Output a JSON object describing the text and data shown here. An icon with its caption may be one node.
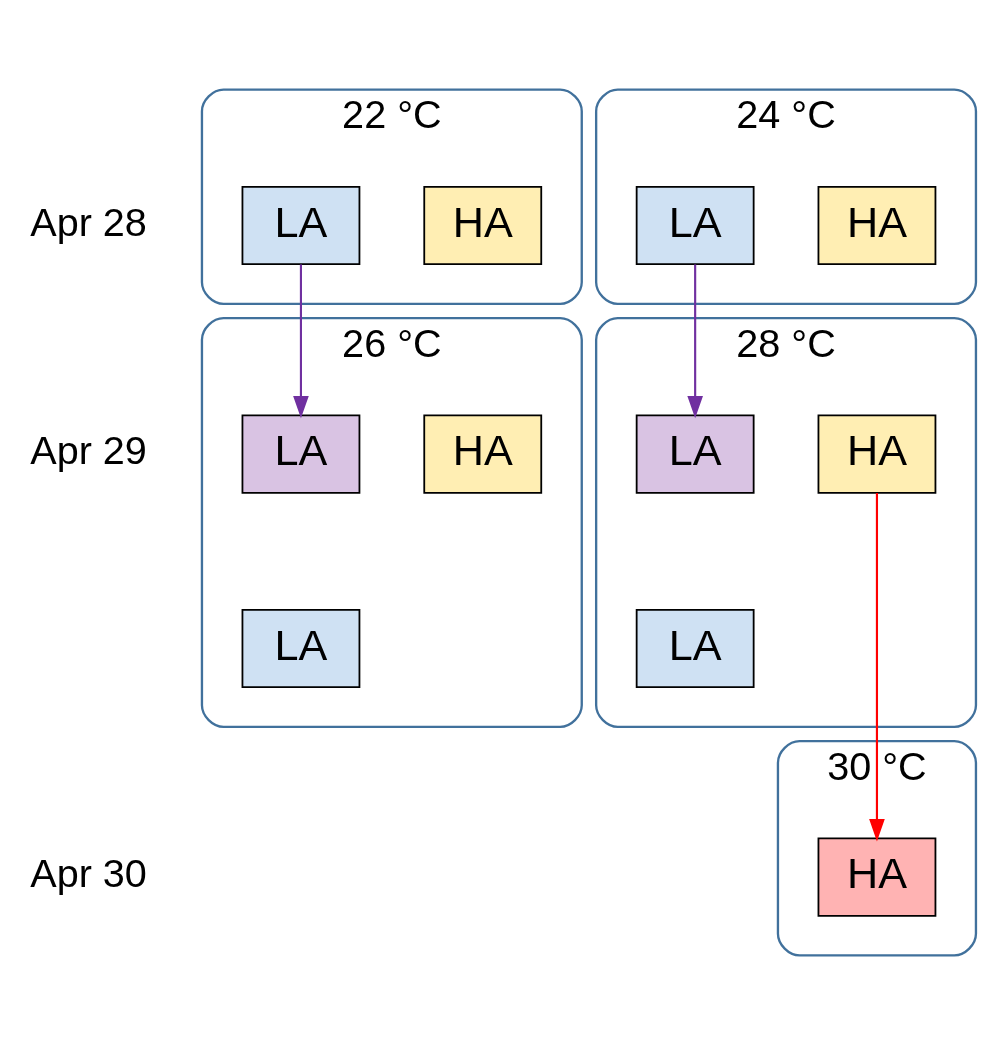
{
  "diagram": {
    "nodes": [
      {
        "text": [
          "22 °C"
        ]
      },
      {
        "text": [
          "HA"
        ],
        "in": 0
      },
      {
        "text": [
          "LA"
        ],
        "in": 0
      },
      {
        "text": [
          "24 °C"
        ]
      },
      {
        "text": [
          "HA"
        ],
        "in": 3
      },
      {
        "text": [
          "LA"
        ],
        "in": 3
      },
      {
        "text": [
          "26 °C"
        ]
      },
      {
        "text": [
          "HA"
        ],
        "in": 6
      },
      {
        "text": [
          "LA"
        ],
        "in": 6
      },
      {
        "text": [
          "LA"
        ],
        "in": 6
      },
      {
        "text": [
          "28 °C"
        ]
      },
      {
        "text": [
          "HA"
        ],
        "in": 10
      },
      {
        "text": [
          "LA"
        ],
        "in": 10
      },
      {
        "text": [
          "LA"
        ],
        "in": 10
      },
      {
        "text": [
          "30 °C"
        ]
      },
      {
        "text": [
          "HA"
        ],
        "in": 14
      }
    ],
    "edges": [
      {
        "from": 2,
        "to": 8,
        "arrow": "to",
        "color": "#7030a0"
      },
      {
        "from": 5,
        "to": 12,
        "arrow": "to",
        "color": "#7030a0"
      },
      {
        "from": 11,
        "to": 15,
        "arrow": "to",
        "color": "#ff0000"
      }
    ],
    "labels": [
      "Apr 28",
      "Apr 29",
      "Apr 30"
    ]
  }
}
